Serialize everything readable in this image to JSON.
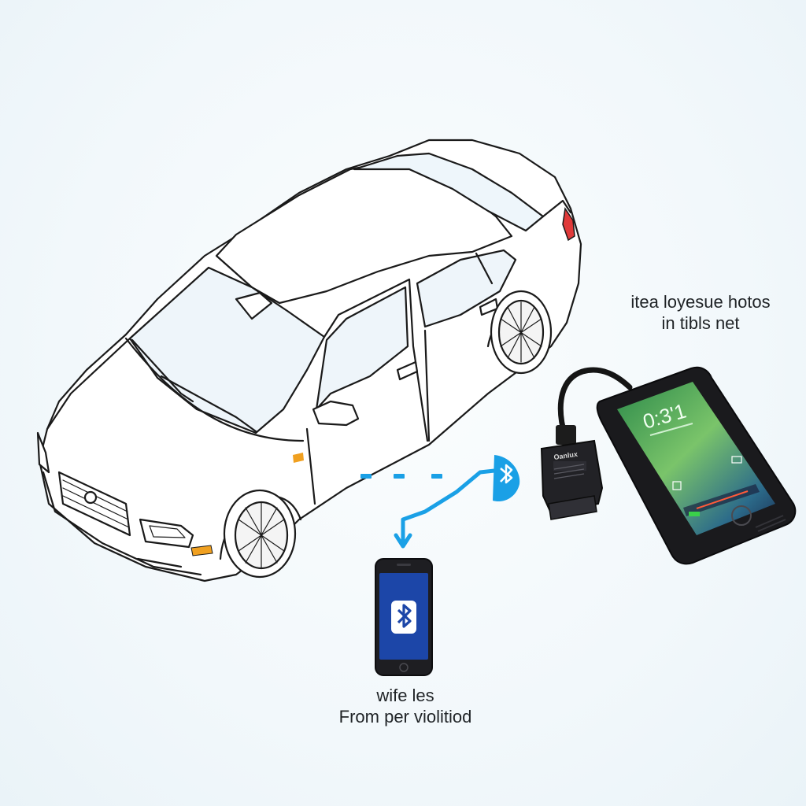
{
  "captions": {
    "right_line1": "itea loyesue hotos",
    "right_line2": "in tibls net",
    "bottom_line1": "wife les",
    "bottom_line2": "From per violitiod"
  },
  "device": {
    "screen_time": "0:3'1",
    "label": "Oanlux"
  },
  "colors": {
    "bluetooth": "#1aa0e6",
    "phone_screen": "#1c46a8",
    "outline": "#1a1a1a",
    "tail_light": "#e03a3a",
    "indicator": "#f0a020"
  },
  "icons": [
    "bluetooth-icon",
    "car-illustration",
    "obd-adapter",
    "smartphone",
    "scanner-phone"
  ]
}
